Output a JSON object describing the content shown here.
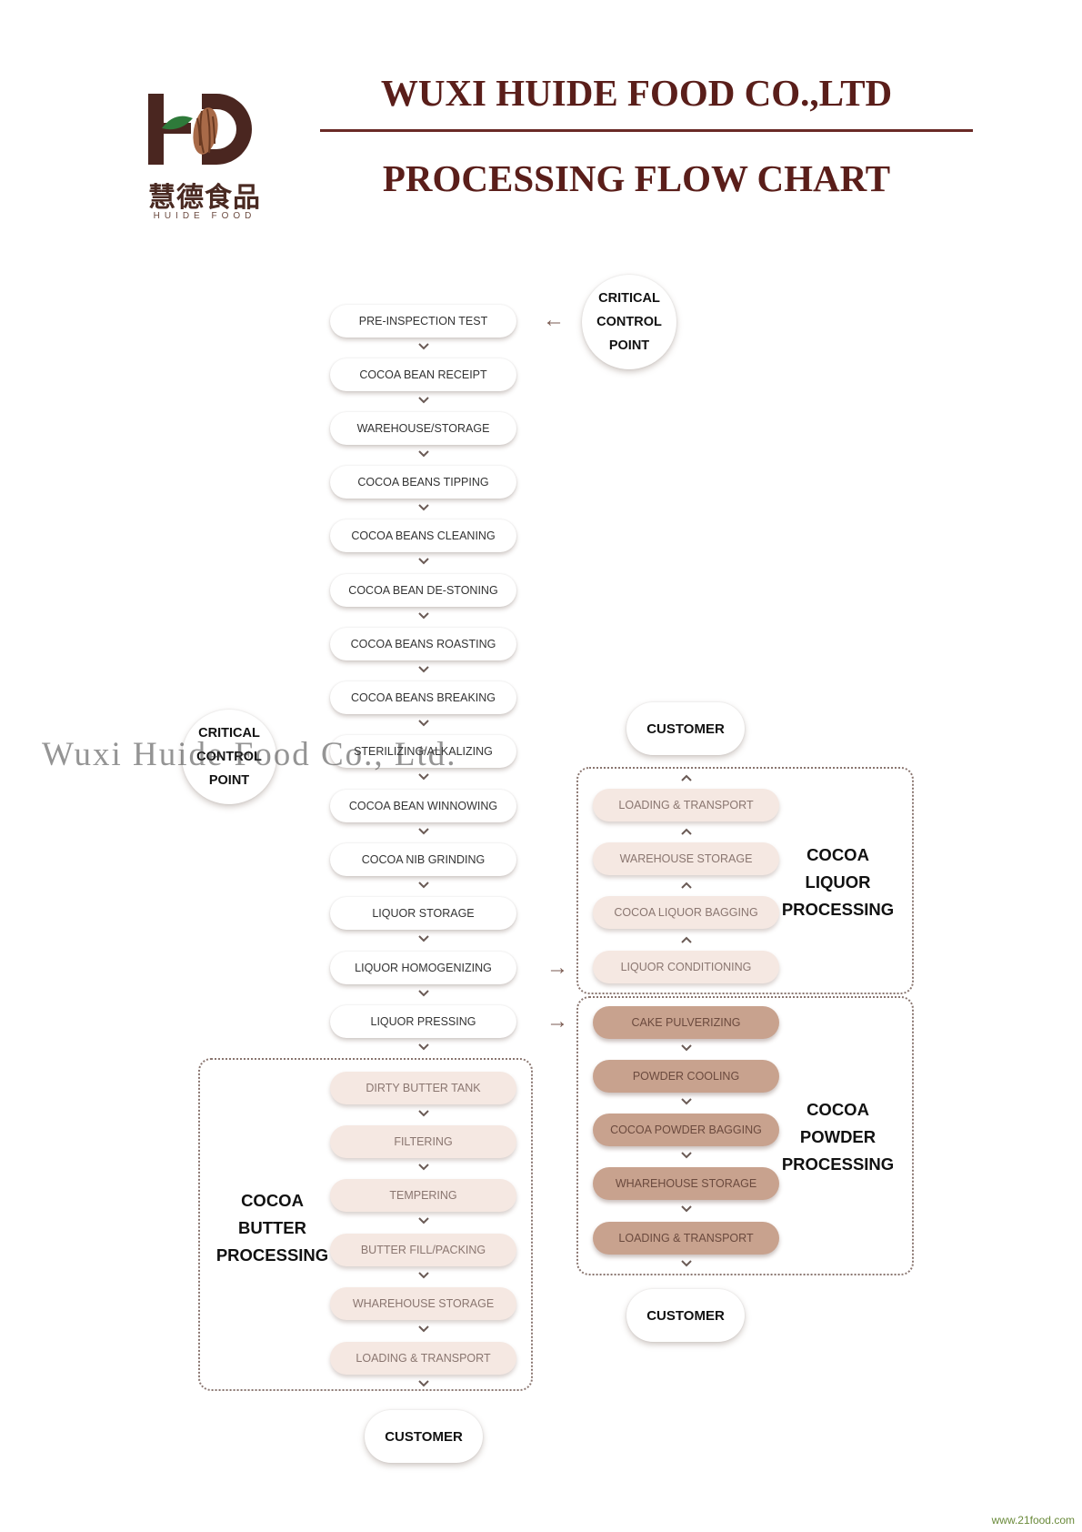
{
  "header": {
    "company": "WUXI HUIDE FOOD CO.,LTD",
    "title": "PROCESSING FLOW CHART",
    "logo_cn": "慧德食品",
    "logo_en": "HUIDE FOOD"
  },
  "critical_control_point": "CRITICAL\nCONTROL\nPOINT",
  "main_steps": [
    "PRE-INSPECTION TEST",
    "COCOA BEAN RECEIPT",
    "WAREHOUSE/STORAGE",
    "COCOA BEANS TIPPING",
    "COCOA BEANS CLEANING",
    "COCOA BEAN DE-STONING",
    "COCOA BEANS ROASTING",
    "COCOA BEANS BREAKING",
    "STERILIZING/ALKALIZING",
    "COCOA BEAN WINNOWING",
    "COCOA NIB GRINDING",
    "LIQUOR STORAGE",
    "LIQUOR HOMOGENIZING",
    "LIQUOR PRESSING"
  ],
  "butter": {
    "label": "COCOA\nBUTTER\nPROCESSING",
    "steps": [
      "DIRTY BUTTER TANK",
      "FILTERING",
      "TEMPERING",
      "BUTTER FILL/PACKING",
      "WHAREHOUSE STORAGE",
      "LOADING & TRANSPORT"
    ]
  },
  "liquor": {
    "label": "COCOA\nLIQUOR\nPROCESSING",
    "steps": [
      "LOADING & TRANSPORT",
      "WAREHOUSE STORAGE",
      "COCOA LIQUOR BAGGING",
      "LIQUOR CONDITIONING"
    ]
  },
  "powder": {
    "label": "COCOA\nPOWDER\nPROCESSING",
    "steps": [
      "CAKE PULVERIZING",
      "POWDER COOLING",
      "COCOA POWDER BAGGING",
      "WHAREHOUSE STORAGE",
      "LOADING & TRANSPORT"
    ]
  },
  "customer": "CUSTOMER",
  "watermark": "Wuxi Huide Food Co., Ltd.",
  "site": "www.21food.com",
  "colors": {
    "title": "#5a1e1a",
    "rule": "#6a2a26",
    "light_step": "#f5e8e2",
    "dark_step": "#c8a28e",
    "arrow": "#7a5a50"
  }
}
